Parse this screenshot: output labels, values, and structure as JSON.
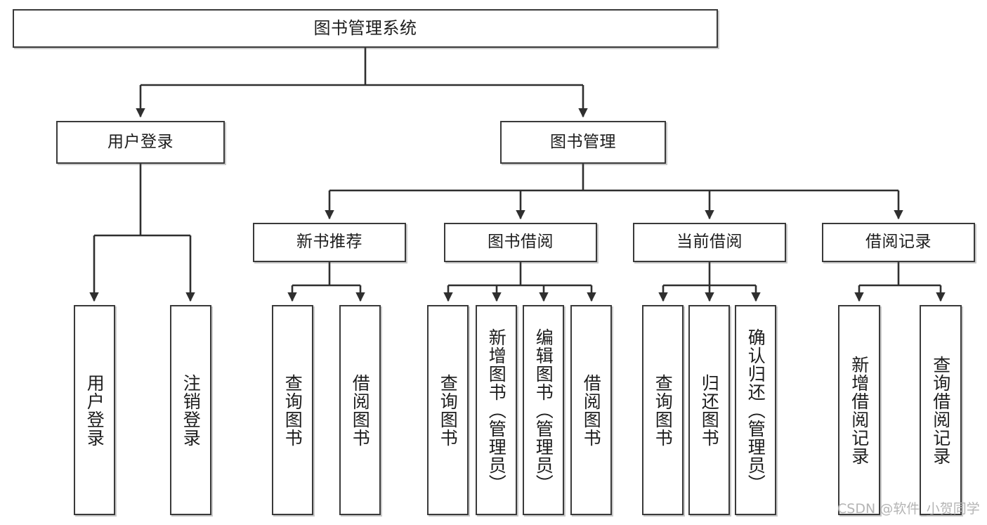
{
  "diagram": {
    "title": "图书管理系统",
    "type": "tree-hierarchy",
    "watermark": "CSDN @软件_小贺同学",
    "colors": {
      "box_border": "#3a3a3a",
      "box_fill": "#ffffff",
      "connector": "#2f2f2f",
      "text": "#1d1d1d",
      "watermark": "#b4b4b4",
      "background": "#ffffff"
    },
    "root": {
      "label": "图书管理系统"
    },
    "level2": [
      {
        "id": "user-login",
        "label": "用户登录"
      },
      {
        "id": "book-manage",
        "label": "图书管理"
      }
    ],
    "level3": [
      {
        "id": "new-book-rec",
        "label": "新书推荐"
      },
      {
        "id": "book-borrow",
        "label": "图书借阅"
      },
      {
        "id": "current-borrow",
        "label": "当前借阅"
      },
      {
        "id": "borrow-record",
        "label": "借阅记录"
      }
    ],
    "leaves": {
      "user-login": [
        {
          "id": "leaf-user-login",
          "label": "用户登录"
        },
        {
          "id": "leaf-logout-login",
          "label": "注销登录"
        }
      ],
      "new-book-rec": [
        {
          "id": "leaf-query-book-1",
          "label": "查询图书"
        },
        {
          "id": "leaf-borrow-book-1",
          "label": "借阅图书"
        }
      ],
      "book-borrow": [
        {
          "id": "leaf-query-book-2",
          "label": "查询图书"
        },
        {
          "id": "leaf-add-book",
          "label": "新增图书（管理员）"
        },
        {
          "id": "leaf-edit-book",
          "label": "编辑图书（管理员）"
        },
        {
          "id": "leaf-borrow-book-2",
          "label": "借阅图书"
        }
      ],
      "current-borrow": [
        {
          "id": "leaf-query-book-3",
          "label": "查询图书"
        },
        {
          "id": "leaf-return-book",
          "label": "归还图书"
        },
        {
          "id": "leaf-confirm-return",
          "label": "确认归还（管理员）"
        }
      ],
      "borrow-record": [
        {
          "id": "leaf-add-record",
          "label": "新增借阅记录"
        },
        {
          "id": "leaf-query-record",
          "label": "查询借阅记录"
        }
      ]
    }
  }
}
